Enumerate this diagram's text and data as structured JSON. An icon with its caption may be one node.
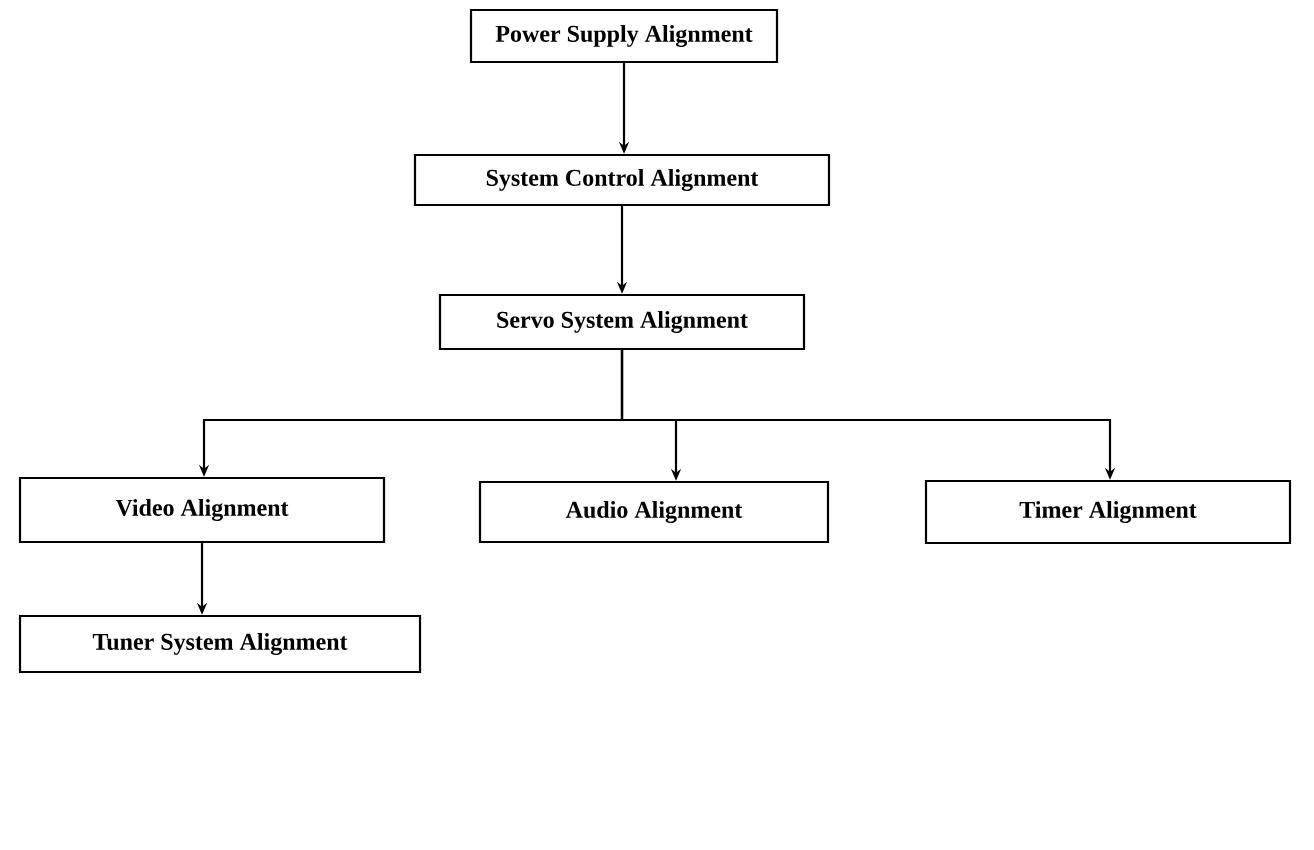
{
  "diagram": {
    "nodes": [
      {
        "text": [
          "Power Supply Alignment"
        ]
      },
      {
        "text": [
          "System Control Alignment"
        ]
      },
      {
        "text": [
          "Servo System Alignment"
        ]
      },
      {
        "text": [
          "Video Alignment"
        ]
      },
      {
        "text": [
          "Audio Alignment"
        ]
      },
      {
        "text": [
          "Timer Alignment"
        ]
      },
      {
        "text": [
          "Tuner System Alignment"
        ]
      }
    ],
    "edges": [
      {
        "from": 0,
        "to": 1,
        "arrow": "to"
      },
      {
        "from": 1,
        "to": 2,
        "arrow": "to"
      },
      {
        "from": 2,
        "to": 3,
        "arrow": "to"
      },
      {
        "from": 2,
        "to": 4,
        "arrow": "to"
      },
      {
        "from": 2,
        "to": 5,
        "arrow": "to"
      },
      {
        "from": 3,
        "to": 6,
        "arrow": "to"
      }
    ]
  }
}
